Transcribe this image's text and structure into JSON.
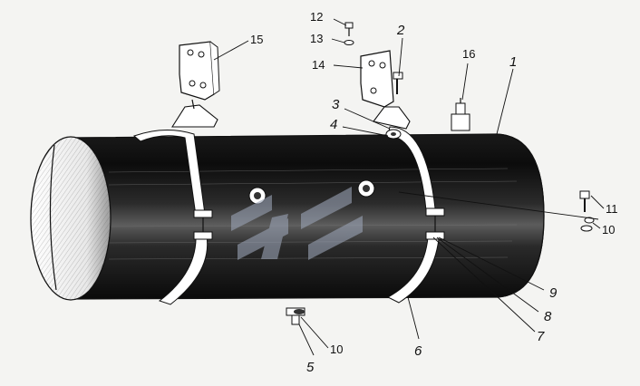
{
  "diagram": {
    "callouts": [
      {
        "id": "1",
        "text": "1",
        "style": "italic"
      },
      {
        "id": "2",
        "text": "2",
        "style": "italic"
      },
      {
        "id": "3",
        "text": "3",
        "style": "italic"
      },
      {
        "id": "4",
        "text": "4",
        "style": "italic"
      },
      {
        "id": "5",
        "text": "5",
        "style": "italic"
      },
      {
        "id": "6",
        "text": "6",
        "style": "italic"
      },
      {
        "id": "7",
        "text": "7",
        "style": "italic"
      },
      {
        "id": "8",
        "text": "8",
        "style": "italic"
      },
      {
        "id": "9",
        "text": "9",
        "style": "italic"
      },
      {
        "id": "10a",
        "text": "10",
        "style": "plain"
      },
      {
        "id": "10b",
        "text": "10",
        "style": "plain"
      },
      {
        "id": "11",
        "text": "11",
        "style": "plain"
      },
      {
        "id": "12",
        "text": "12",
        "style": "plain"
      },
      {
        "id": "13",
        "text": "13",
        "style": "plain"
      },
      {
        "id": "14",
        "text": "14",
        "style": "plain"
      },
      {
        "id": "15",
        "text": "15",
        "style": "plain"
      },
      {
        "id": "16",
        "text": "16",
        "style": "plain"
      }
    ],
    "colors": {
      "ink": "#111111",
      "paper": "#f4f4f2",
      "watermark": "#9aa3b5"
    }
  }
}
